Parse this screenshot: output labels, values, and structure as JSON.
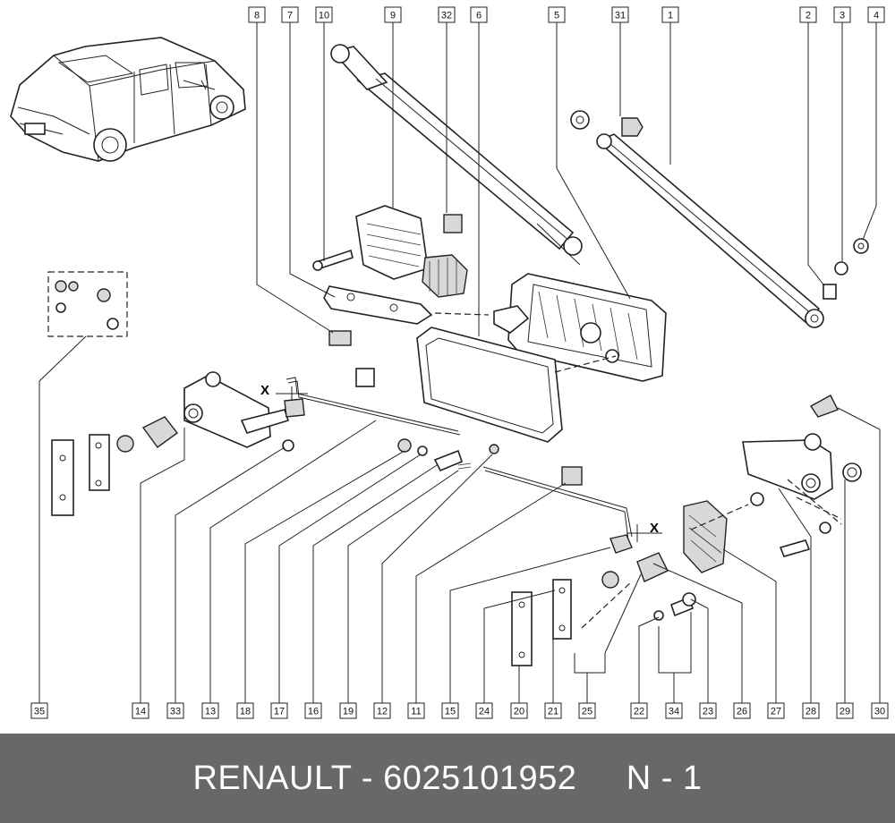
{
  "callouts": {
    "top": [
      "8",
      "7",
      "10",
      "9",
      "32",
      "6",
      "5",
      "31",
      "1",
      "2",
      "3",
      "4"
    ],
    "bottom": [
      "35",
      "14",
      "33",
      "13",
      "18",
      "17",
      "16",
      "19",
      "12",
      "11",
      "15",
      "24",
      "20",
      "21",
      "25",
      "22",
      "34",
      "23",
      "26",
      "27",
      "28",
      "29",
      "30"
    ],
    "highlighted": "1"
  },
  "markers": {
    "x_left": "X",
    "x_right": "X"
  },
  "footer": {
    "brand": "RENAULT",
    "separator": "-",
    "part_number": "6025101952",
    "position_label": "N - 1"
  },
  "colors": {
    "highlight": "#e05050",
    "footer_bg": "#686868",
    "footer_text": "#ffffff"
  },
  "icons": {
    "vehicle": "minivan-illustration"
  }
}
